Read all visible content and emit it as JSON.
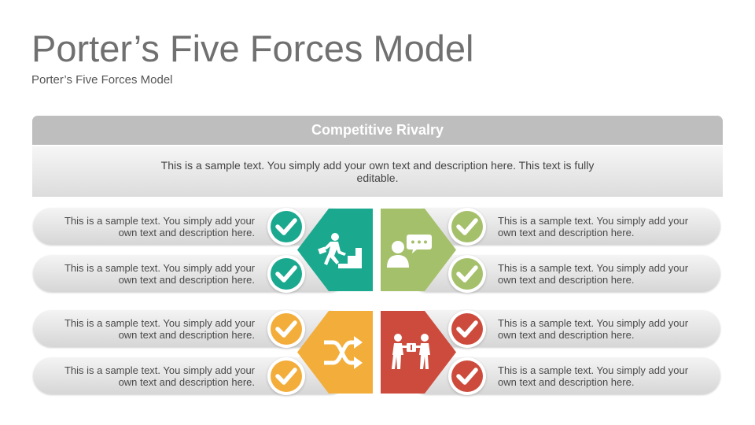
{
  "header": {
    "title": "Porter’s Five Forces Model",
    "subtitle": "Porter’s Five Forces Model"
  },
  "rivalry": {
    "title": "Competitive Rivalry",
    "text": "This is a sample text. You simply add your own text and description here. This text is fully editable."
  },
  "colors": {
    "teal": "#1aa98f",
    "green": "#a5c06a",
    "orange": "#f3ad3a",
    "red": "#cd4b3c",
    "header_gray": "#bebebe"
  },
  "forces": [
    {
      "color": "teal",
      "icon": "stairs-climber-icon",
      "items": [
        "This is a sample text. You simply add your own text and description here.",
        "This is a sample text. You simply add your own text and description here."
      ]
    },
    {
      "color": "green",
      "icon": "customer-chat-icon",
      "items": [
        "This is a sample text. You simply add your own text and description here.",
        "This is a sample text. You simply add your own text and description here."
      ]
    },
    {
      "color": "orange",
      "icon": "shuffle-arrows-icon",
      "items": [
        "This is a sample text. You simply add your own text and description here.",
        "This is a sample text. You simply add your own text and description here."
      ]
    },
    {
      "color": "red",
      "icon": "people-exchange-icon",
      "items": [
        "This is a sample text. You simply add your own text and description here.",
        "This is a sample text. You simply add your own text and description here."
      ]
    }
  ]
}
